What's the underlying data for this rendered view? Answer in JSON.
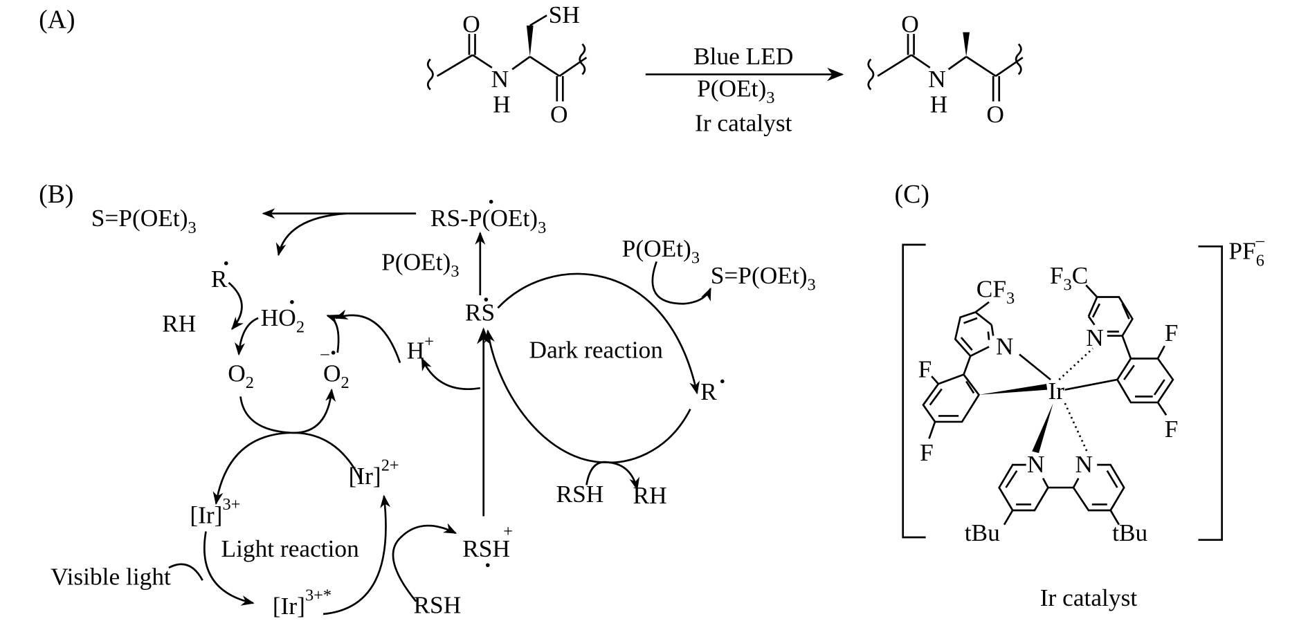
{
  "figure": {
    "panel_labels": {
      "a": "(A)",
      "b": "(B)",
      "c": "(C)"
    },
    "panel_a": {
      "reactant": {
        "thiol_group": "SH",
        "atoms": {
          "o_top": "O",
          "n": "N",
          "h": "H",
          "o_bottom": "O"
        }
      },
      "product": {
        "atoms": {
          "o_top": "O",
          "n": "N",
          "h": "H",
          "o_bottom": "O"
        }
      },
      "conditions": {
        "line1": "Blue LED",
        "line2_main": "P(OEt)",
        "line2_sub": "3",
        "line3": "Ir catalyst"
      }
    },
    "panel_b": {
      "species": {
        "spo_left": {
          "main": "S=P(OEt)",
          "sub": "3"
        },
        "rsp_top": {
          "main": "RS-P(OEt)",
          "sub": "3"
        },
        "poet_left": {
          "main": "P(OEt)",
          "sub": "3"
        },
        "poet_right": {
          "main": "P(OEt)",
          "sub": "3"
        },
        "spo_right": {
          "main": "S=P(OEt)",
          "sub": "3"
        },
        "r_radical_left": "R",
        "rh_left": "RH",
        "ho2": {
          "main": "HO",
          "sub": "2"
        },
        "rs_radical": "RS",
        "h_plus": {
          "main": "H",
          "sup": "+"
        },
        "o2": {
          "main": "O",
          "sub": "2"
        },
        "o2_superoxide": {
          "main": "O",
          "sub": "2",
          "charge": "–"
        },
        "r_radical_right": "R",
        "rsh_dark": "RSH",
        "rh_dark": "RH",
        "ir3": {
          "main": "[Ir]",
          "sup": "3+"
        },
        "ir2": {
          "main": "[Ir]",
          "sup": "2+"
        },
        "ir3_excited": {
          "main": "[Ir]",
          "sup": "3+*"
        },
        "rsh_cation": {
          "main": "RSH",
          "sup": "+"
        },
        "rsh_light": "RSH"
      },
      "labels": {
        "dark_reaction": "Dark reaction",
        "light_reaction": "Light reaction",
        "visible_light": "Visible light"
      }
    },
    "panel_c": {
      "counterion": {
        "main": "PF",
        "sub": "6",
        "sup": "–"
      },
      "atoms": {
        "cf3_left": {
          "main": "CF",
          "sub": "3"
        },
        "cf3_right": {
          "pre": "F",
          "sub": "3",
          "post": "C"
        },
        "ir": "Ir",
        "n_left": "N",
        "n_right": "N",
        "n_bpy_left": "N",
        "n_bpy_right": "N",
        "f_left_top": "F",
        "f_left_bottom": "F",
        "f_right_top": "F",
        "f_right_bottom": "F",
        "tbu_left": "tBu",
        "tbu_right": "tBu"
      },
      "caption": "Ir catalyst"
    }
  }
}
